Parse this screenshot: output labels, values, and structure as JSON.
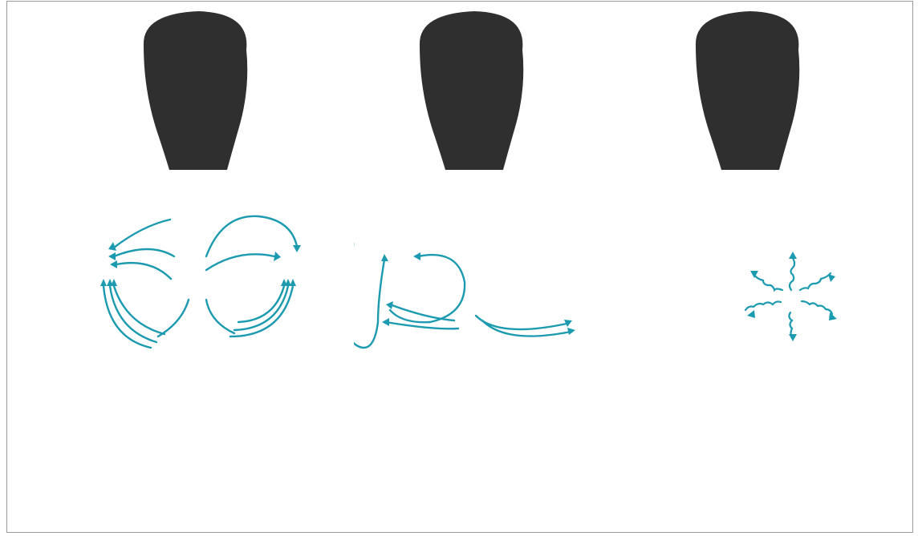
{
  "figures": [
    {
      "id": "figure-1",
      "technique": "sweeping-arrows"
    },
    {
      "id": "figure-2",
      "technique": "circle-and-curves"
    },
    {
      "id": "figure-3",
      "technique": "radiating-spirals"
    }
  ],
  "colors": {
    "skin": "#ebbf98",
    "skin_shadow": "#d9a77f",
    "outline": "#3b3b3b",
    "hair": "#2f2f2f",
    "towel": "#f3f3f3",
    "towel_shadow": "#c9c9c9",
    "lips": "#b23a4e",
    "arrows": "#1c9ab0",
    "border": "#9a9a9a"
  }
}
